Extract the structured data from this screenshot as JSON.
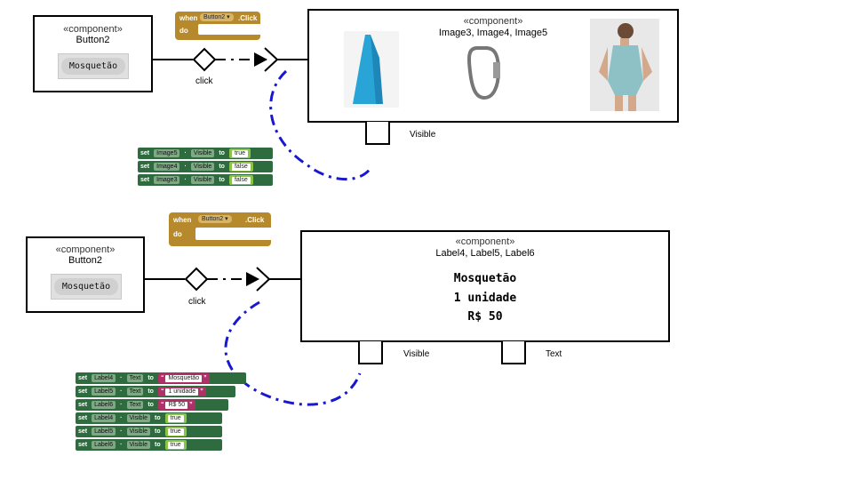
{
  "top": {
    "button_component": {
      "stereotype": "«component»",
      "name": "Button2",
      "button_text": "Mosquetão"
    },
    "event_block": {
      "when": "when",
      "component": "Button2",
      "event": ".Click",
      "do": "do"
    },
    "edge_label": "click",
    "target_component": {
      "stereotype": "«component»",
      "names": "Image3, Image4, Image5"
    },
    "port_label": "Visible",
    "images": [
      "blue-fabric-image",
      "carabiner-image",
      "bodysuit-image"
    ],
    "set_blocks": [
      {
        "set": "set",
        "component": "Image5",
        "property": "Visible",
        "to": "to",
        "value": "true"
      },
      {
        "set": "set",
        "component": "Image4",
        "property": "Visible",
        "to": "to",
        "value": "false"
      },
      {
        "set": "set",
        "component": "Image3",
        "property": "Visible",
        "to": "to",
        "value": "false"
      }
    ]
  },
  "bottom": {
    "button_component": {
      "stereotype": "«component»",
      "name": "Button2",
      "button_text": "Mosquetão"
    },
    "event_block": {
      "when": "when",
      "component": "Button2",
      "event": ".Click",
      "do": "do"
    },
    "edge_label": "click",
    "target_component": {
      "stereotype": "«component»",
      "names": "Label4, Label5, Label6"
    },
    "labels": [
      "Mosquetão",
      "1 unidade",
      "R$ 50"
    ],
    "port_labels": [
      "Visible",
      "Text"
    ],
    "set_blocks": [
      {
        "set": "set",
        "component": "Label4",
        "property": "Text",
        "to": "to",
        "value": "Mosquetão",
        "kind": "text"
      },
      {
        "set": "set",
        "component": "Label5",
        "property": "Text",
        "to": "to",
        "value": "1 unidade",
        "kind": "text"
      },
      {
        "set": "set",
        "component": "Label6",
        "property": "Text",
        "to": "to",
        "value": "R$ 50",
        "kind": "text"
      },
      {
        "set": "set",
        "component": "Label4",
        "property": "Visible",
        "to": "to",
        "value": "true",
        "kind": "bool"
      },
      {
        "set": "set",
        "component": "Label5",
        "property": "Visible",
        "to": "to",
        "value": "true",
        "kind": "bool"
      },
      {
        "set": "set",
        "component": "Label6",
        "property": "Visible",
        "to": "to",
        "value": "true",
        "kind": "bool"
      }
    ]
  },
  "colors": {
    "event_block": "#b68a2c",
    "set_block": "#2e6b3e",
    "bool_block": "#8bc34a",
    "text_block": "#b03068",
    "dashed_link": "#0000cc"
  }
}
